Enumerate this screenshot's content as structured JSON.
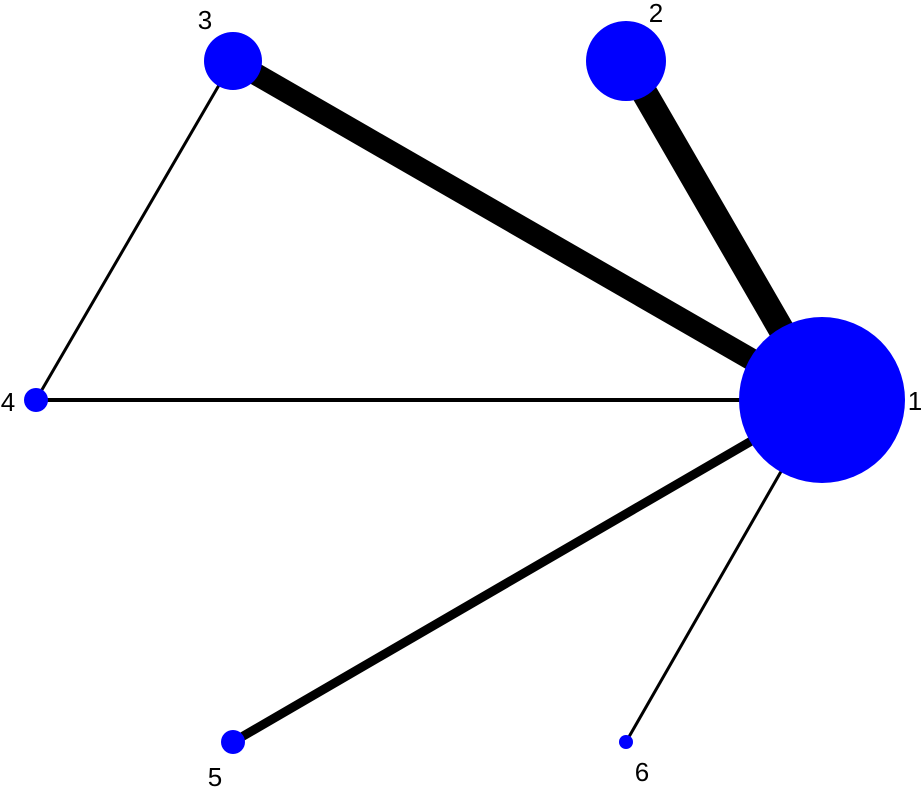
{
  "colors": {
    "node": "#0000ff",
    "edge": "#000000",
    "label": "#000000",
    "background": "#ffffff"
  },
  "nodes": [
    {
      "id": "1",
      "label": "1"
    },
    {
      "id": "2",
      "label": "2"
    },
    {
      "id": "3",
      "label": "3"
    },
    {
      "id": "4",
      "label": "4"
    },
    {
      "id": "5",
      "label": "5"
    },
    {
      "id": "6",
      "label": "6"
    }
  ],
  "edges": [
    {
      "from": "1",
      "to": "3"
    },
    {
      "from": "1",
      "to": "2"
    },
    {
      "from": "1",
      "to": "4"
    },
    {
      "from": "1",
      "to": "5"
    },
    {
      "from": "1",
      "to": "6"
    },
    {
      "from": "3",
      "to": "4"
    }
  ]
}
